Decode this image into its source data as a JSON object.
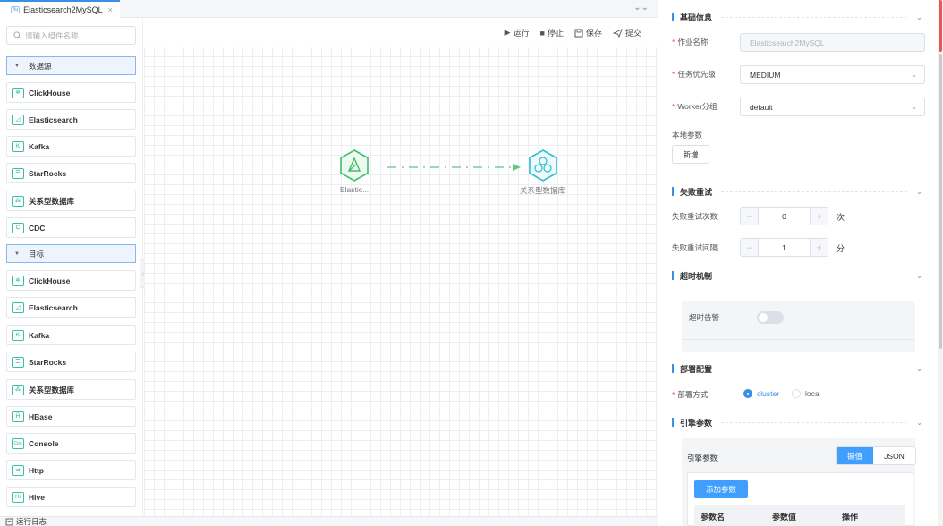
{
  "tab": {
    "badge": "Bu",
    "title": "Elasticsearch2MySQL",
    "close": "×",
    "collapse": "⌄⌄"
  },
  "palette": {
    "search_placeholder": "请输入组件名称",
    "source_group": "数据源",
    "target_group": "目标",
    "sources": [
      {
        "icon": "✲",
        "label": "ClickHouse"
      },
      {
        "icon": "◿",
        "label": "Elasticsearch"
      },
      {
        "icon": "K",
        "label": "Kafka"
      },
      {
        "icon": "☰",
        "label": "StarRocks"
      },
      {
        "icon": "⁂",
        "label": "关系型数据库"
      },
      {
        "icon": "C",
        "label": "CDC"
      }
    ],
    "targets": [
      {
        "icon": "✲",
        "label": "ClickHouse"
      },
      {
        "icon": "◿",
        "label": "Elasticsearch"
      },
      {
        "icon": "K",
        "label": "Kafka"
      },
      {
        "icon": "☰",
        "label": "StarRocks"
      },
      {
        "icon": "⁂",
        "label": "关系型数据库"
      },
      {
        "icon": "Ĥ",
        "label": "HBase"
      },
      {
        "icon": "Cos",
        "label": "Console"
      },
      {
        "icon": "⇌",
        "label": "Http"
      },
      {
        "icon": "Hi",
        "label": "Hive"
      }
    ]
  },
  "toolbar": {
    "run": "运行",
    "stop": "停止",
    "save": "保存",
    "submit": "提交"
  },
  "canvas": {
    "source_node": "Elastic...",
    "target_node": "关系型数据库"
  },
  "log": {
    "label": "运行日志"
  },
  "panel": {
    "basic": {
      "title": "基础信息",
      "job_name_label": "作业名称",
      "job_name_value": "Elasticsearch2MySQL",
      "priority_label": "任务优先级",
      "priority_value": "MEDIUM",
      "worker_label": "Worker分组",
      "worker_value": "default",
      "local_params_label": "本地参数",
      "add_button": "新增"
    },
    "retry": {
      "title": "失败重试",
      "count_label": "失败重试次数",
      "count_value": "0",
      "count_unit": "次",
      "interval_label": "失败重试间隔",
      "interval_value": "1",
      "interval_unit": "分"
    },
    "timeout": {
      "title": "超时机制",
      "alert_label": "超时告警"
    },
    "deploy": {
      "title": "部署配置",
      "mode_label": "部署方式",
      "cluster": "cluster",
      "local": "local"
    },
    "engine": {
      "title": "引擎参数",
      "params_label": "引擎参数",
      "kv_tab": "键值",
      "json_tab": "JSON",
      "add_param": "添加参数",
      "col_name": "参数名",
      "col_value": "参数值",
      "col_action": "操作"
    }
  }
}
